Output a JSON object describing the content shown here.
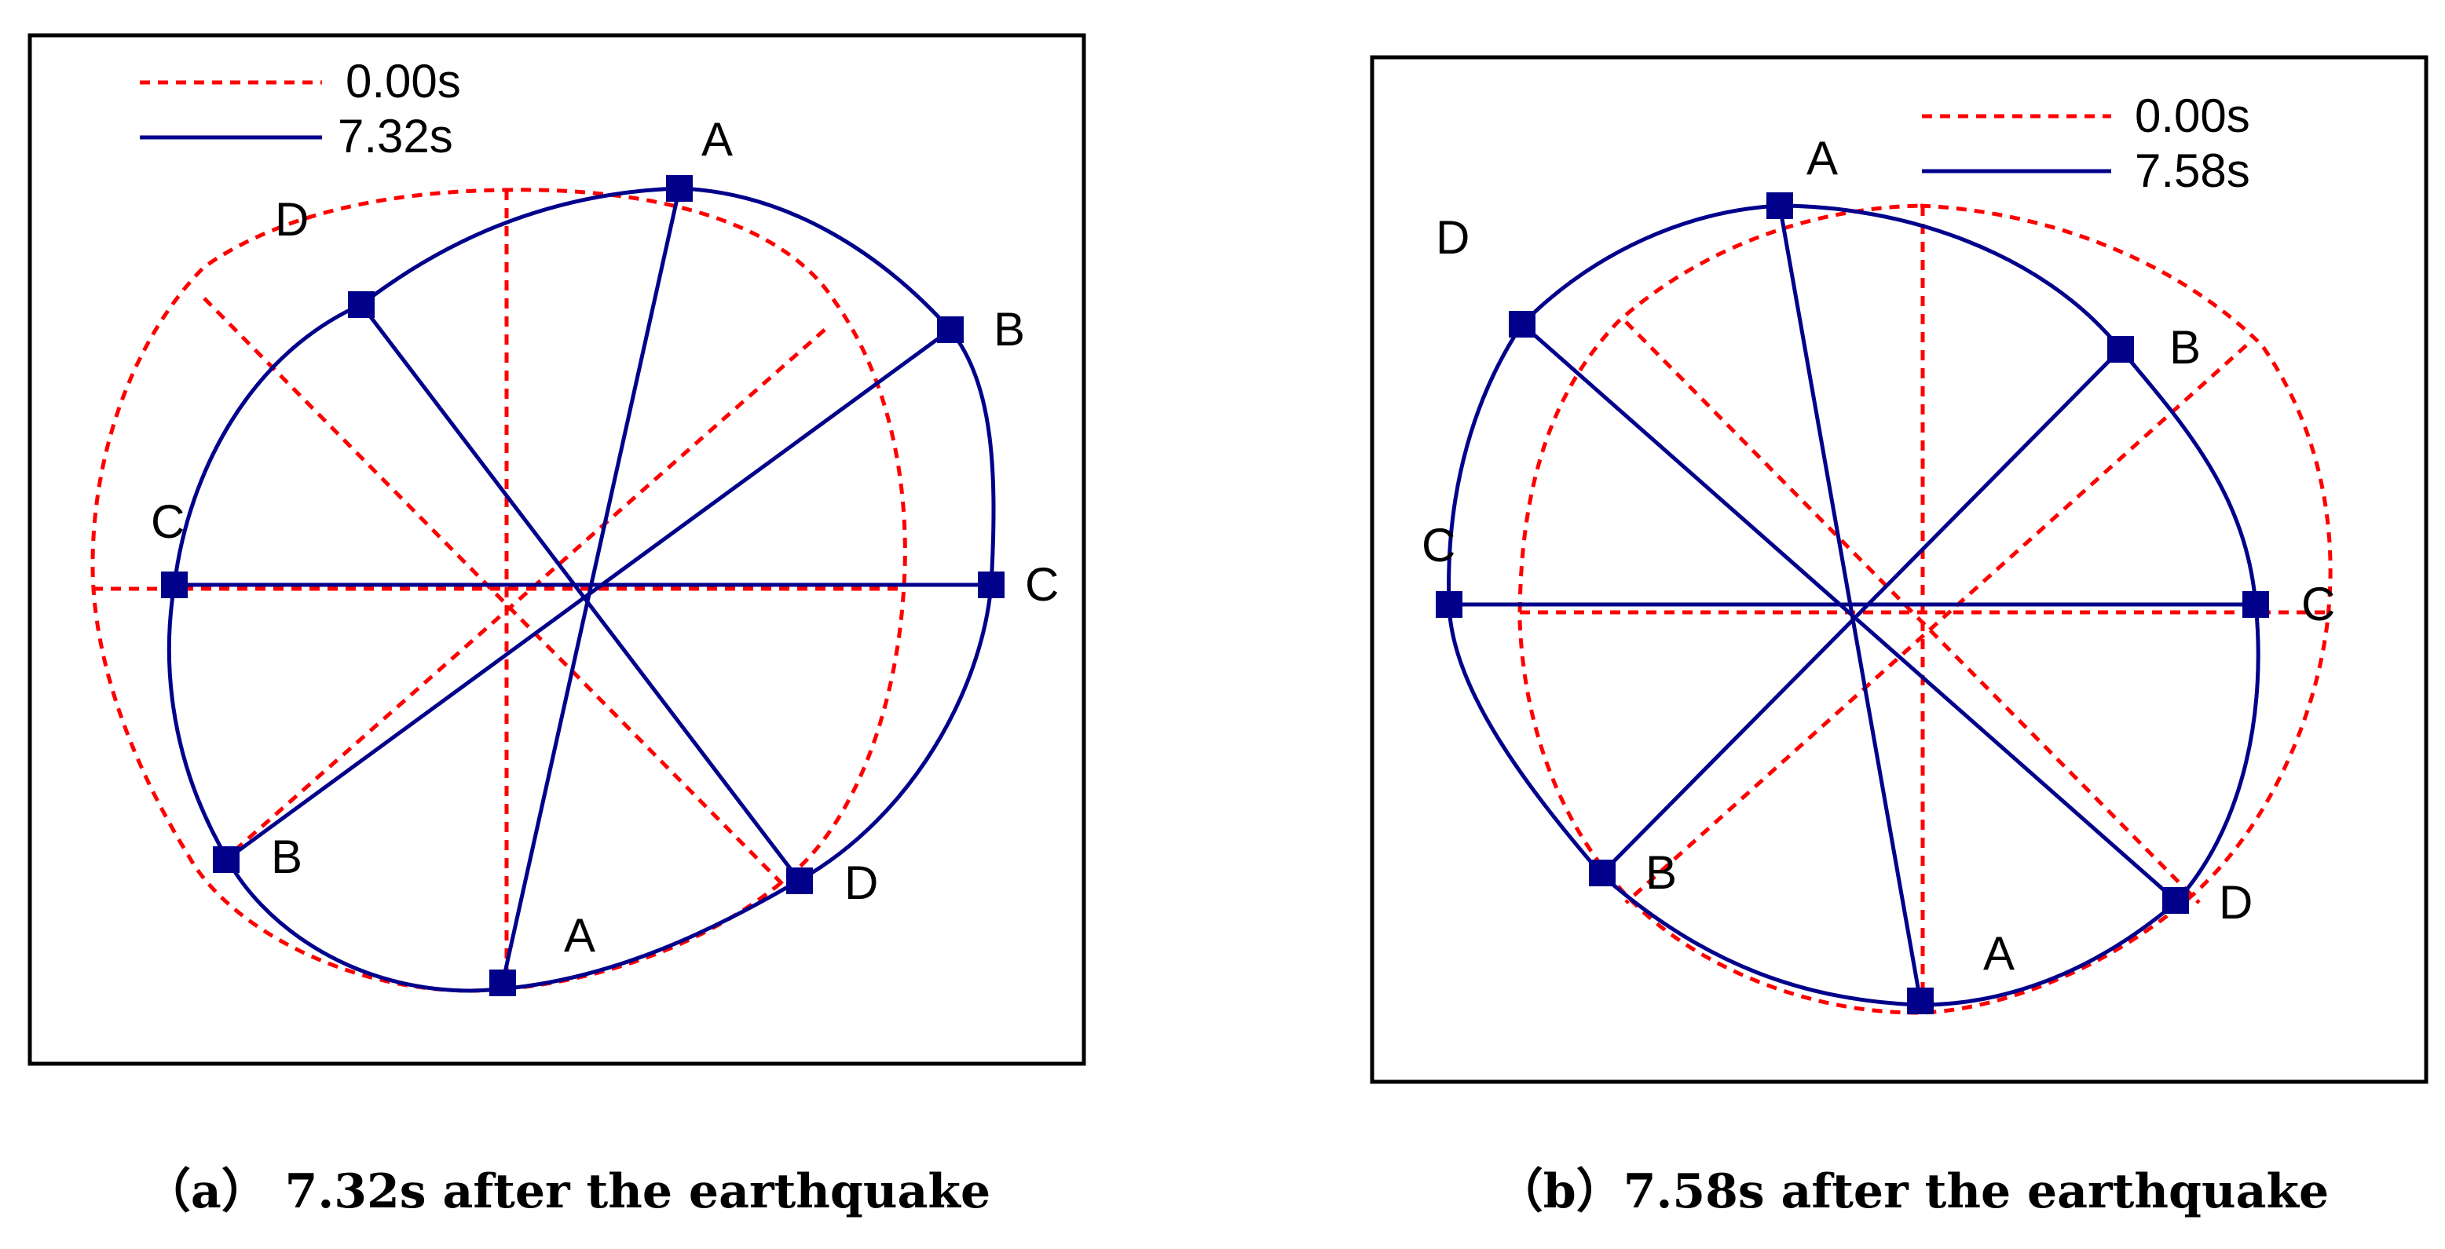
{
  "colors": {
    "deformed": "#00008B",
    "initial": "#FF0000",
    "frame": "#000000"
  },
  "panels": [
    {
      "id": "a",
      "caption": "（a）  7.32s after the earthquake",
      "legend": [
        {
          "label": "0.00s",
          "style": "dashed-red"
        },
        {
          "label": "7.32s",
          "style": "solid-blue"
        }
      ],
      "point_labels": [
        "A",
        "B",
        "C",
        "D",
        "A",
        "B",
        "C",
        "D"
      ]
    },
    {
      "id": "b",
      "caption": "（b）7.58s after the earthquake",
      "legend": [
        {
          "label": "0.00s",
          "style": "dashed-red"
        },
        {
          "label": "7.58s",
          "style": "solid-blue"
        }
      ],
      "point_labels": [
        "A",
        "B",
        "C",
        "D",
        "A",
        "B",
        "C",
        "D"
      ]
    }
  ]
}
